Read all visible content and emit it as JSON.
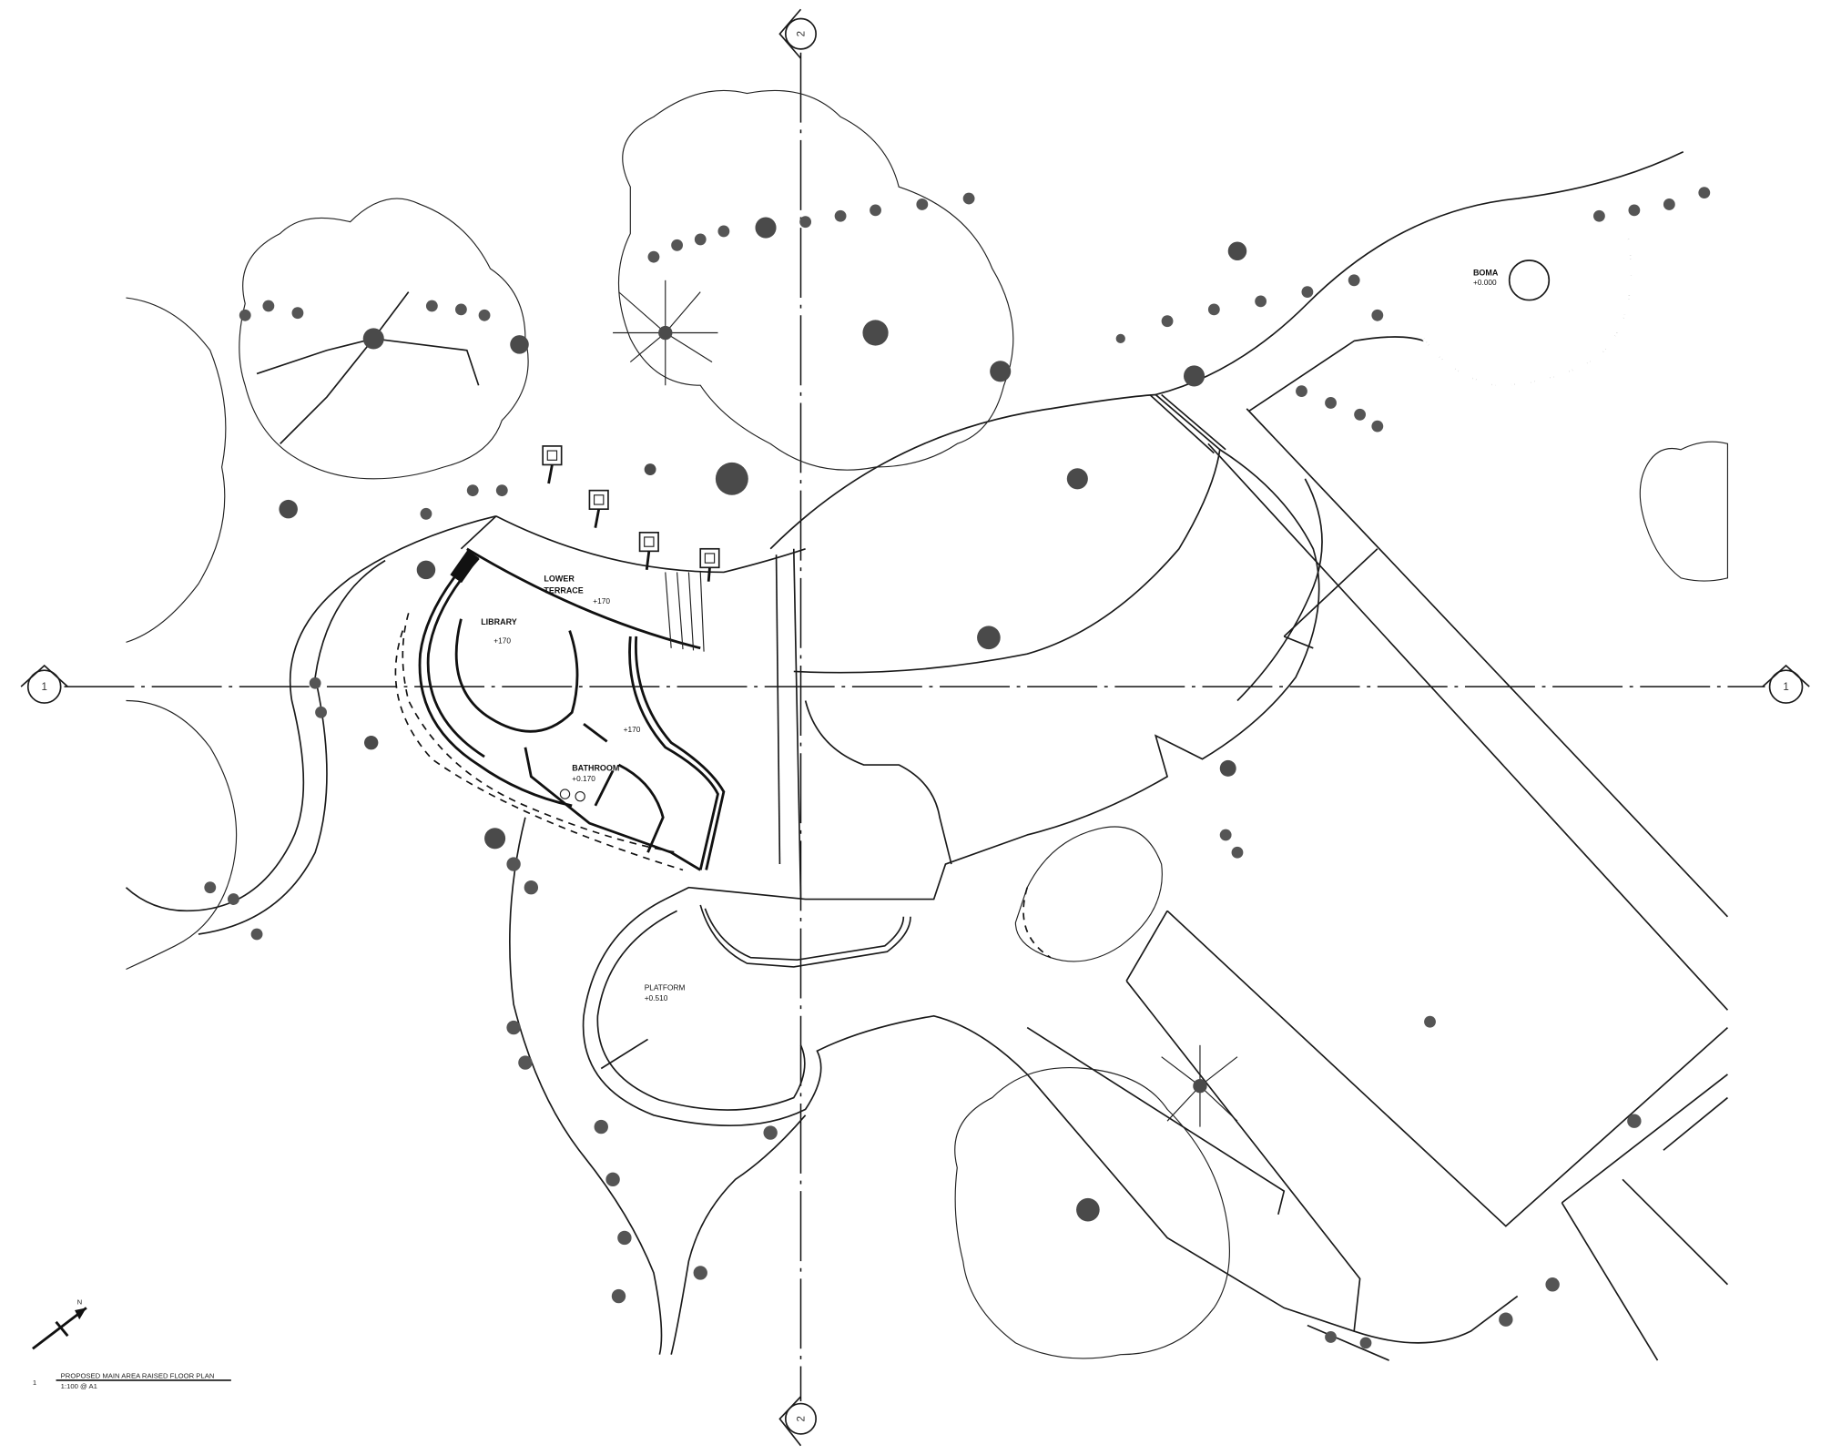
{
  "drawing": {
    "title": "PROPOSED MAIN AREA RAISED FLOOR PLAN",
    "scale": "1:100 @ A1",
    "view_number": "1",
    "north_label": "N"
  },
  "grid_bubbles": {
    "vertical_top": "2",
    "vertical_bottom": "2",
    "horizontal_left": "1",
    "horizontal_right": "1"
  },
  "rooms": [
    {
      "name": "LOWER",
      "name2": "TERRACE",
      "level": "+170"
    },
    {
      "name": "LIBRARY",
      "level": "+170"
    },
    {
      "name": "",
      "level": "+170"
    },
    {
      "name": "BATHROOM",
      "level": "+0.170"
    },
    {
      "name": "PLATFORM",
      "level": "+0.510"
    },
    {
      "name": "BOMA",
      "level": "+0.000"
    }
  ],
  "colors": {
    "line": "#1a1a1a",
    "foliage": "#4a4a4a",
    "background": "#ffffff"
  }
}
